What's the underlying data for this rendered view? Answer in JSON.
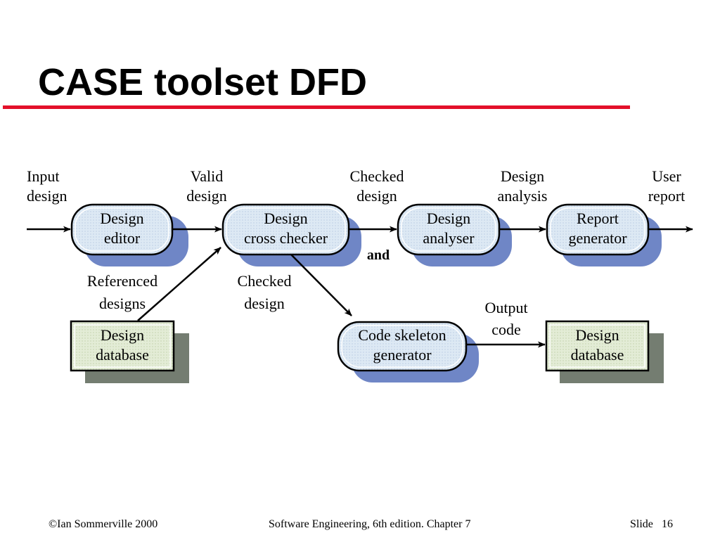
{
  "slide": {
    "title": "CASE toolset DFD",
    "accent_color": "#e3102a"
  },
  "diagram": {
    "colors": {
      "process_fill": "#dde9f4",
      "process_shadow": "#6f86c6",
      "store_fill": "#e3ecd6",
      "store_shadow": "#747d71",
      "line": "#000000"
    },
    "processes": {
      "design_editor": [
        "Design",
        "editor"
      ],
      "cross_checker": [
        "Design",
        "cross checker"
      ],
      "analyser": [
        "Design",
        "analyser"
      ],
      "report_generator": [
        "Report",
        "generator"
      ],
      "code_skeleton": [
        "Code skeleton",
        "generator"
      ]
    },
    "stores": {
      "database_left": [
        "Design",
        "database"
      ],
      "database_right": [
        "Design",
        "database"
      ]
    },
    "flows": {
      "input_design": [
        "Input",
        "design"
      ],
      "valid_design": [
        "Valid",
        "design"
      ],
      "checked_design_top": [
        "Checked",
        "design"
      ],
      "design_analysis": [
        "Design",
        "analysis"
      ],
      "user_report": [
        "User",
        "report"
      ],
      "referenced_designs": [
        "Referenced",
        "designs"
      ],
      "checked_design_lower": [
        "Checked",
        "design"
      ],
      "output_code": [
        "Output",
        "code"
      ]
    },
    "and_label": "and"
  },
  "footer": {
    "copyright": "©Ian Sommerville 2000",
    "book": "Software Engineering, 6th edition. Chapter 7",
    "slide_label": "Slide",
    "slide_number": "16"
  }
}
